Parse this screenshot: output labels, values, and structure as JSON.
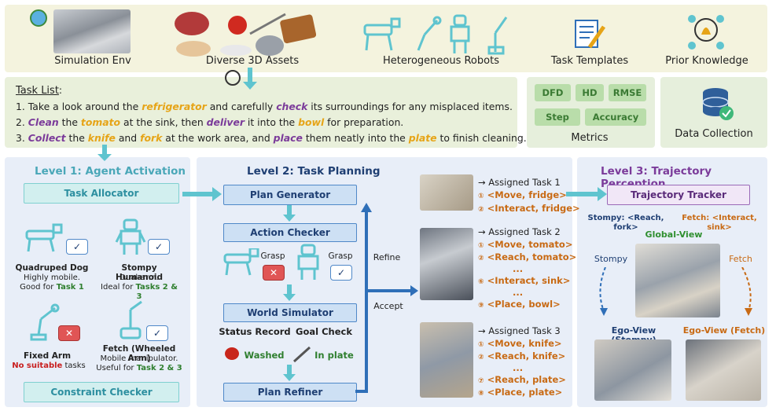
{
  "header": {
    "sim_env": "Simulation Env",
    "assets": "Diverse 3D Assets",
    "robots": "Heterogeneous Robots",
    "templates": "Task Templates",
    "prior": "Prior Knowledge"
  },
  "task_list": {
    "title": "Task List",
    "l1_num": "1. ",
    "l1_a": "Take a look around the ",
    "l1_obj": "refrigerator",
    "l1_b": " and carefully ",
    "l1_verb": "check",
    "l1_c": " its surroundings for any misplaced items.",
    "l2_num": "2. ",
    "l2_verb1": "Clean",
    "l2_a": " the ",
    "l2_obj1": "tomato",
    "l2_b": " at the sink, then ",
    "l2_verb2": "deliver",
    "l2_c": " it into the ",
    "l2_obj2": "bowl",
    "l2_d": " for preparation.",
    "l3_num": "3. ",
    "l3_verb1": "Collect",
    "l3_a": " the ",
    "l3_obj1": "knife",
    "l3_b": " and ",
    "l3_obj2": "fork",
    "l3_c": " at the work area, and ",
    "l3_verb2": "place",
    "l3_d": " them neatly into the ",
    "l3_obj3": "plate",
    "l3_e": " to finish cleaning."
  },
  "metrics": {
    "items": [
      "DFD",
      "HD",
      "RMSE",
      "Step",
      "Accuracy"
    ],
    "label": "Metrics"
  },
  "data_collection": "Data Collection",
  "level1": {
    "title": "Level 1: Agent Activation",
    "allocator": "Task Allocator",
    "dog_name": "Quadruped Dog",
    "dog_d1": "Highly mobile.",
    "dog_d2a": "Good for ",
    "dog_d2b": "Task 1",
    "hum_name": "Stompy Humanoid",
    "hum_d1": "Dual-arm.",
    "hum_d2a": "Ideal for ",
    "hum_d2b": "Tasks 2 & 3",
    "arm_name": "Fixed Arm",
    "arm_d1a": "No suitable",
    "arm_d1b": " tasks",
    "fetch_name": "Fetch (Wheeled Arm)",
    "fetch_d1": "Mobile manipulator.",
    "fetch_d2a": "Useful for ",
    "fetch_d2b": "Task 2 & 3",
    "constraint": "Constraint Checker"
  },
  "level2": {
    "title": "Level 2: Task Planning",
    "plan_gen": "Plan Generator",
    "action_checker": "Action Checker",
    "grasp1": "Grasp",
    "grasp2": "Grasp",
    "world_sim": "World Simulator",
    "status": "Status Record",
    "goal": "Goal Check",
    "washed": "Washed",
    "in_plate": "In plate",
    "plan_refiner": "Plan Refiner",
    "refine": "Refine",
    "accept": "Accept"
  },
  "assigned": {
    "t1": {
      "hdr": "→ Assigned Task 1",
      "lines": [
        [
          "①",
          "<Move, fridge>"
        ],
        [
          "②",
          "<Interact, fridge>"
        ]
      ]
    },
    "t2": {
      "hdr": "→ Assigned Task 2",
      "lines": [
        [
          "①",
          "<Move, tomato>"
        ],
        [
          "②",
          "<Reach, tomato>"
        ],
        [
          "",
          "..."
        ],
        [
          "⑥",
          "<Interact, sink>"
        ],
        [
          "",
          "..."
        ],
        [
          "⑨",
          "<Place, bowl>"
        ]
      ]
    },
    "t3": {
      "hdr": "→ Assigned Task 3",
      "lines": [
        [
          "①",
          "<Move, knife>"
        ],
        [
          "②",
          "<Reach, knife>"
        ],
        [
          "",
          "..."
        ],
        [
          "⑦",
          "<Reach, plate>"
        ],
        [
          "⑧",
          "<Place, plate>"
        ]
      ]
    }
  },
  "level3": {
    "title": "Level 3: Trajectory Perception",
    "tracker": "Trajectory Tracker",
    "stompy_act": "Stompy: <Reach, fork>",
    "fetch_act": "Fetch: <Interact, sink>",
    "global": "Global-View",
    "stompy": "Stompy",
    "fetch": "Fetch",
    "ego_stompy": "Ego-View (Stompy)",
    "ego_fetch": "Ego-View (Fetch)"
  },
  "colors": {
    "teal": "#5fc4cf",
    "blue": "#2f6fb8",
    "orange": "#c86a14",
    "purple": "#7b3b9a",
    "gold": "#e6a417"
  }
}
